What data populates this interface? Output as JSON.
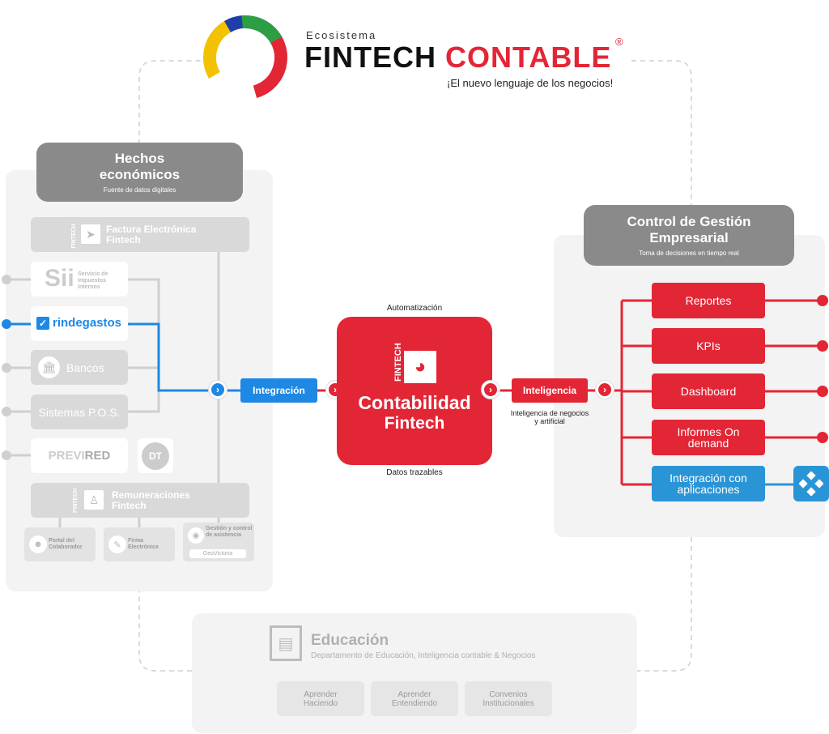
{
  "header": {
    "eyebrow": "Ecosistema",
    "brand_a": "FINTECH",
    "brand_b": "CONTABLE",
    "registered": "®",
    "tagline": "¡El nuevo lenguaje de los negocios!"
  },
  "left": {
    "title": "Hechos económicos",
    "subtitle": "Fuente de datos digitales",
    "factura_badge": "FINTECH",
    "factura": "Factura Electrónica Fintech",
    "sii_logo": "Sii",
    "sii_text": "Servicio de Impuestos Internos",
    "rindegastos": "rindegastos",
    "bancos": "Bancos",
    "pos": "Sistemas P.O.S.",
    "previred_a": "PREVI",
    "previred_b": "RED",
    "dt": "DT",
    "rem_badge": "FINTECH",
    "remuneraciones": "Remuneraciones Fintech",
    "portal": "Portal del Colaborador",
    "firma": "Firma Electrónica",
    "gestion": "Gestión y control de asistencia",
    "geovictoria": "GeoVictoria"
  },
  "center": {
    "integracion": "Integración",
    "automatizacion": "Automatización",
    "core_badge": "FINTECH",
    "core_line1": "Contabilidad",
    "core_line2": "Fintech",
    "datos": "Datos trazables",
    "inteligencia": "Inteligencia",
    "inteligencia_sub": "Inteligencia de negocios y artificial"
  },
  "right": {
    "title": "Control de Gestión Empresarial",
    "subtitle": "Toma de decisiones en tiempo real",
    "items": [
      "Reportes",
      "KPIs",
      "Dashboard",
      "Informes On demand",
      "Integración con aplicaciones"
    ]
  },
  "education": {
    "title": "Educación",
    "subtitle": "Departamento de Educación, Inteligencia contable & Negocios",
    "items": [
      "Aprender Haciendo",
      "Aprender Entendiendo",
      "Convenios Institucionales"
    ]
  },
  "colors": {
    "red": "#e32636",
    "blue": "#1e88e5",
    "grey": "#8a8a8a"
  }
}
